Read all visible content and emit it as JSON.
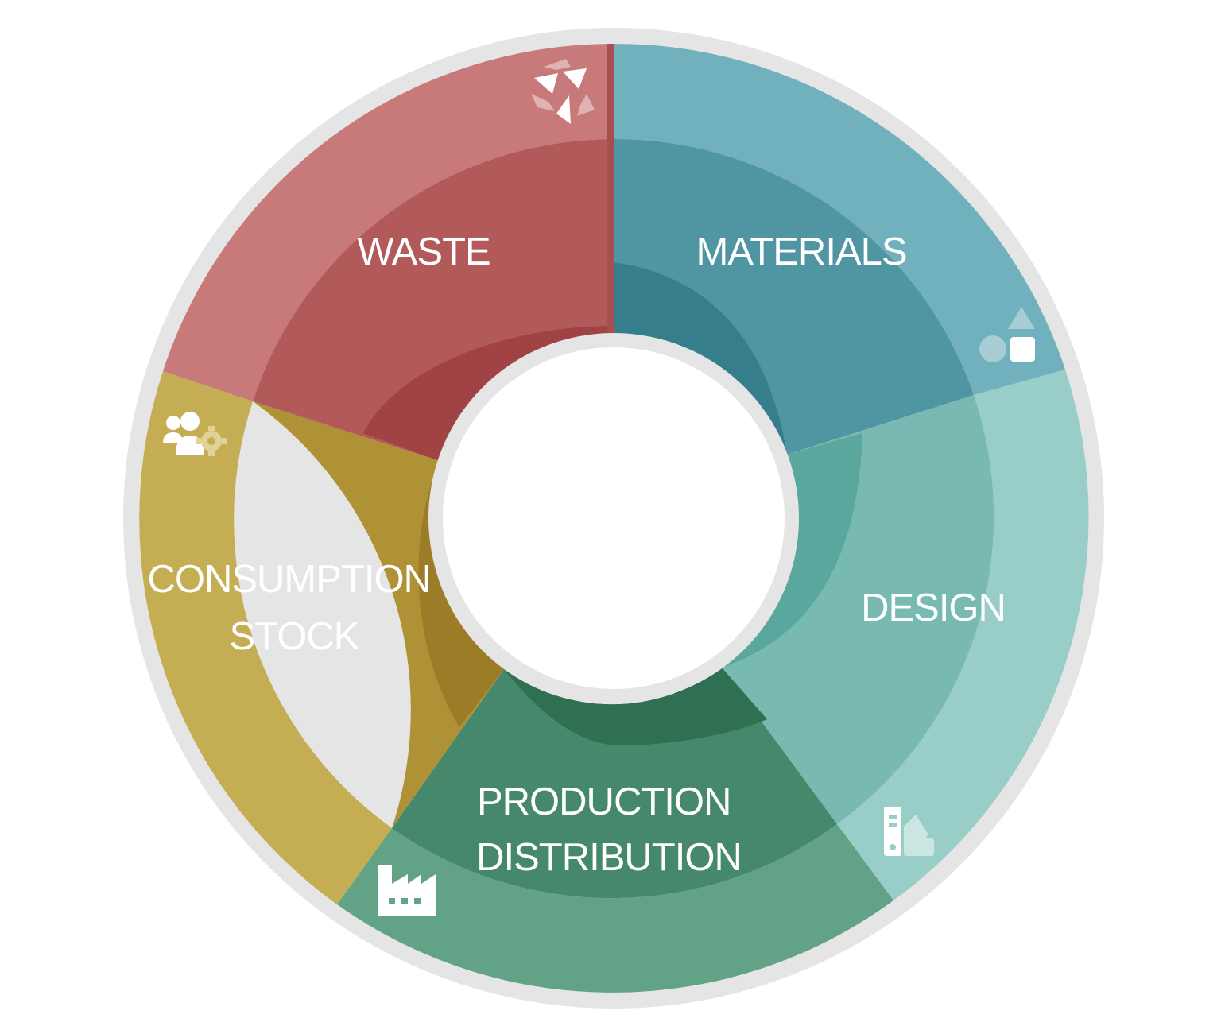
{
  "segments": [
    {
      "id": "materials",
      "label_lines": [
        "MATERIALS"
      ],
      "icon": "shapes-icon",
      "colors": {
        "outer": "#70b1bd",
        "main": "#4f95a2",
        "inner": "#367e8b",
        "edge": "#5e9fad"
      }
    },
    {
      "id": "design",
      "label_lines": [
        "DESIGN"
      ],
      "icon": "color-swatch-icon",
      "colors": {
        "outer": "#98cec7",
        "main": "#78bab1",
        "inner": "#5aa79d",
        "edge": "#83c2ba"
      }
    },
    {
      "id": "production",
      "label_lines": [
        "PRODUCTION",
        "DISTRIBUTION"
      ],
      "icon": "factory-icon",
      "colors": {
        "outer": "#62a387",
        "main": "#46886b",
        "inner": "#2f7052",
        "edge": "#3f7f62"
      }
    },
    {
      "id": "consumption",
      "label_lines": [
        "CONSUMPTION",
        "STOCK"
      ],
      "icon": "users-gear-icon",
      "colors": {
        "outer": "#c5ad53",
        "main": "#b09236",
        "inner": "#9d7c27",
        "edge": "#a88d33"
      }
    },
    {
      "id": "waste",
      "label_lines": [
        "WASTE"
      ],
      "icon": "recycle-icon",
      "colors": {
        "outer": "#c8797a",
        "main": "#b25a5a",
        "inner": "#a14244",
        "edge": "#a84e50"
      }
    }
  ],
  "ring_color": "#e5e5e5",
  "hole_color": "#ffffff"
}
